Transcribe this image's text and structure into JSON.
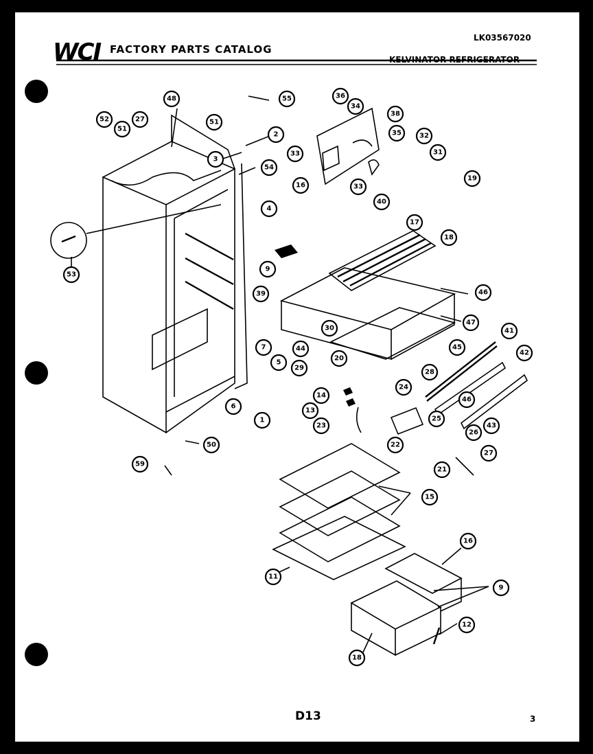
{
  "header": {
    "logo": "WCI",
    "catalog_title": "FACTORY PARTS CATALOG",
    "catalog_code": "LK03567020",
    "model": "KELVINATOR REFRIGERATOR"
  },
  "footer": {
    "page_id": "D13",
    "page_number": "3"
  },
  "callouts": [
    "48",
    "55",
    "36",
    "34",
    "52",
    "51",
    "27",
    "51",
    "2",
    "38",
    "35",
    "32",
    "3",
    "54",
    "33",
    "31",
    "16",
    "33",
    "19",
    "53",
    "40",
    "4",
    "17",
    "18",
    "9",
    "39",
    "46",
    "47",
    "30",
    "44",
    "41",
    "45",
    "7",
    "5",
    "29",
    "20",
    "28",
    "42",
    "24",
    "6",
    "1",
    "14",
    "13",
    "46",
    "23",
    "25",
    "43",
    "59",
    "50",
    "22",
    "26",
    "21",
    "27",
    "15",
    "11",
    "16",
    "9",
    "12",
    "18"
  ]
}
